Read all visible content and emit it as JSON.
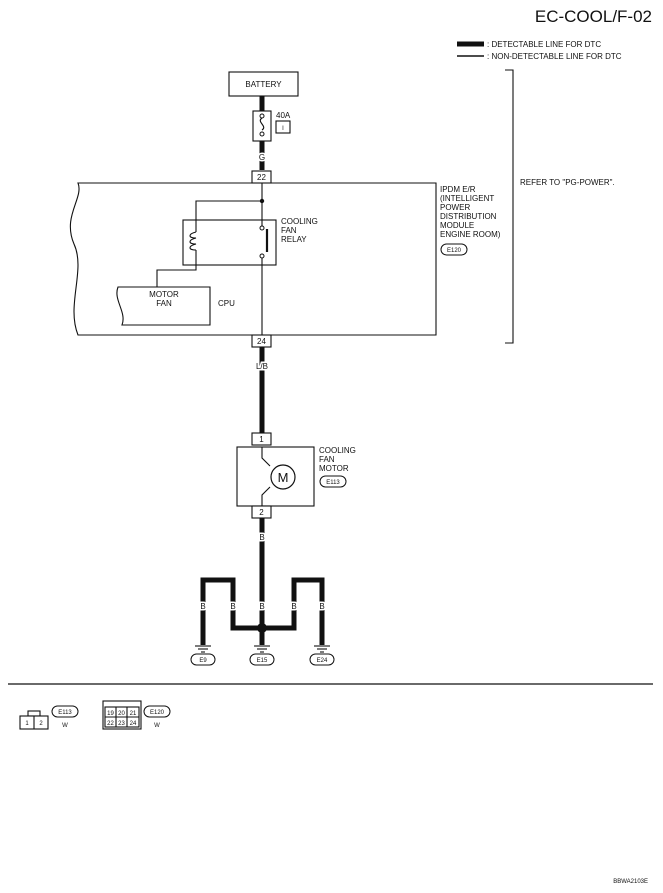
{
  "page_title": "EC-COOL/F-02",
  "legend": {
    "detectable": ": DETECTABLE LINE FOR DTC",
    "non_detectable": ": NON-DETECTABLE LINE FOR DTC"
  },
  "battery": "BATTERY",
  "fuse": {
    "rating": "40A",
    "ref": "I"
  },
  "wire_colors": {
    "battery_to_ipdm": "G",
    "ipdm_to_motor": "L/B",
    "motor_to_ground": "B",
    "ground_1": "B",
    "ground_2": "B",
    "ground_3": "B",
    "ground_4": "B",
    "ground_5": "B"
  },
  "refer": "REFER TO \"PG-POWER\".",
  "ipdm": {
    "lines": [
      "IPDM E/R",
      "(INTELLIGENT",
      "POWER",
      "DISTRIBUTION",
      "MODULE",
      "ENGINE ROOM)"
    ],
    "connector": "E120",
    "pin_top": "22",
    "pin_bottom": "24"
  },
  "relay": {
    "lines": [
      "COOLING",
      "FAN",
      "RELAY"
    ]
  },
  "motor_fan_block": {
    "lines": [
      "MOTOR",
      "FAN"
    ],
    "cpu": "CPU"
  },
  "fan_motor": {
    "lines": [
      "COOLING",
      "FAN",
      "MOTOR"
    ],
    "symbol": "M",
    "connector": "E113",
    "pin_top": "1",
    "pin_bottom": "2"
  },
  "grounds": [
    "E9",
    "E15",
    "E24"
  ],
  "connector_views": [
    {
      "id": "E113",
      "color": "W",
      "pins": [
        "1",
        "2"
      ]
    },
    {
      "id": "E120",
      "color": "W",
      "pins": [
        "19",
        "20",
        "21",
        "22",
        "23",
        "24"
      ]
    }
  ],
  "figure_code": "BBWA2103E"
}
